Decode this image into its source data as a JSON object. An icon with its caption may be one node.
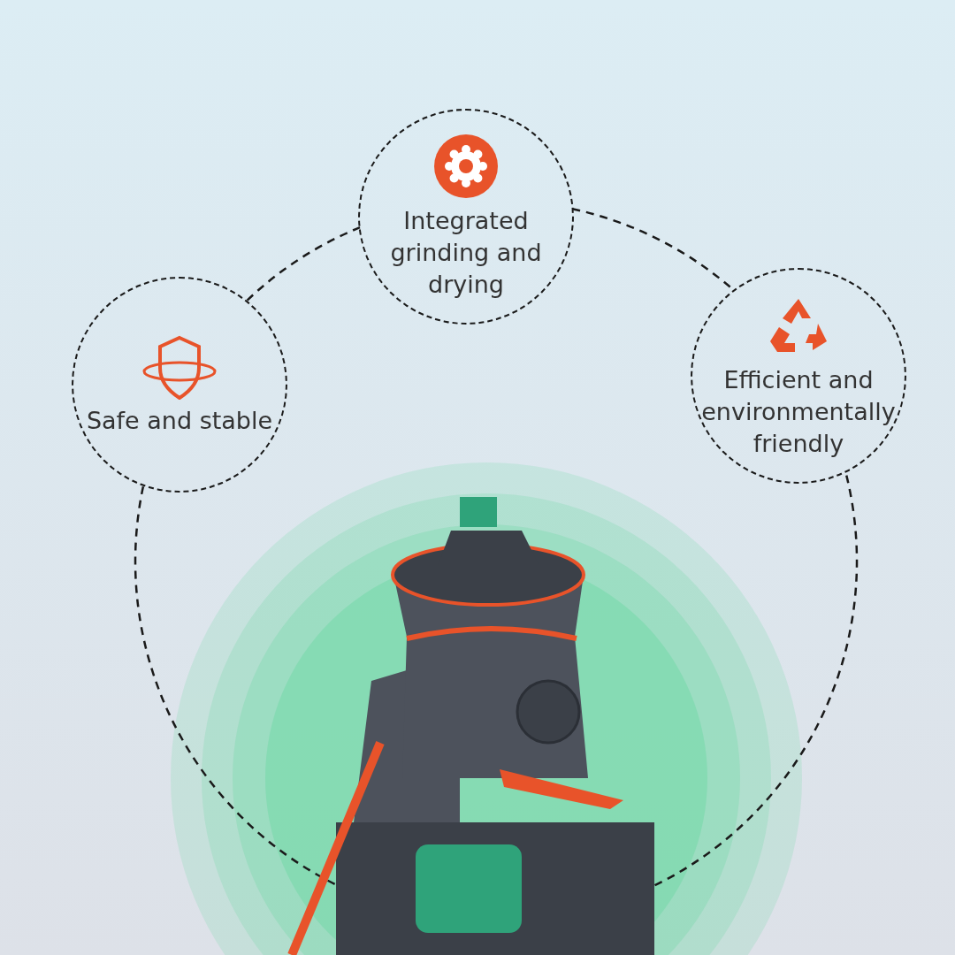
{
  "diagram": {
    "nodes": [
      {
        "text": [
          "Integrated grinding and drying"
        ]
      },
      {
        "text": [
          "Safe and stable"
        ]
      },
      {
        "text": [
          "Efficient and environmentally friendly"
        ]
      }
    ],
    "edges": [
      {
        "from": 1,
        "to": 0,
        "arrow": "none",
        "style": "dashed"
      },
      {
        "from": 0,
        "to": 2,
        "arrow": "none",
        "style": "dashed"
      },
      {
        "from": 1,
        "to": 2,
        "arrow": "none",
        "style": "dashed"
      }
    ]
  }
}
